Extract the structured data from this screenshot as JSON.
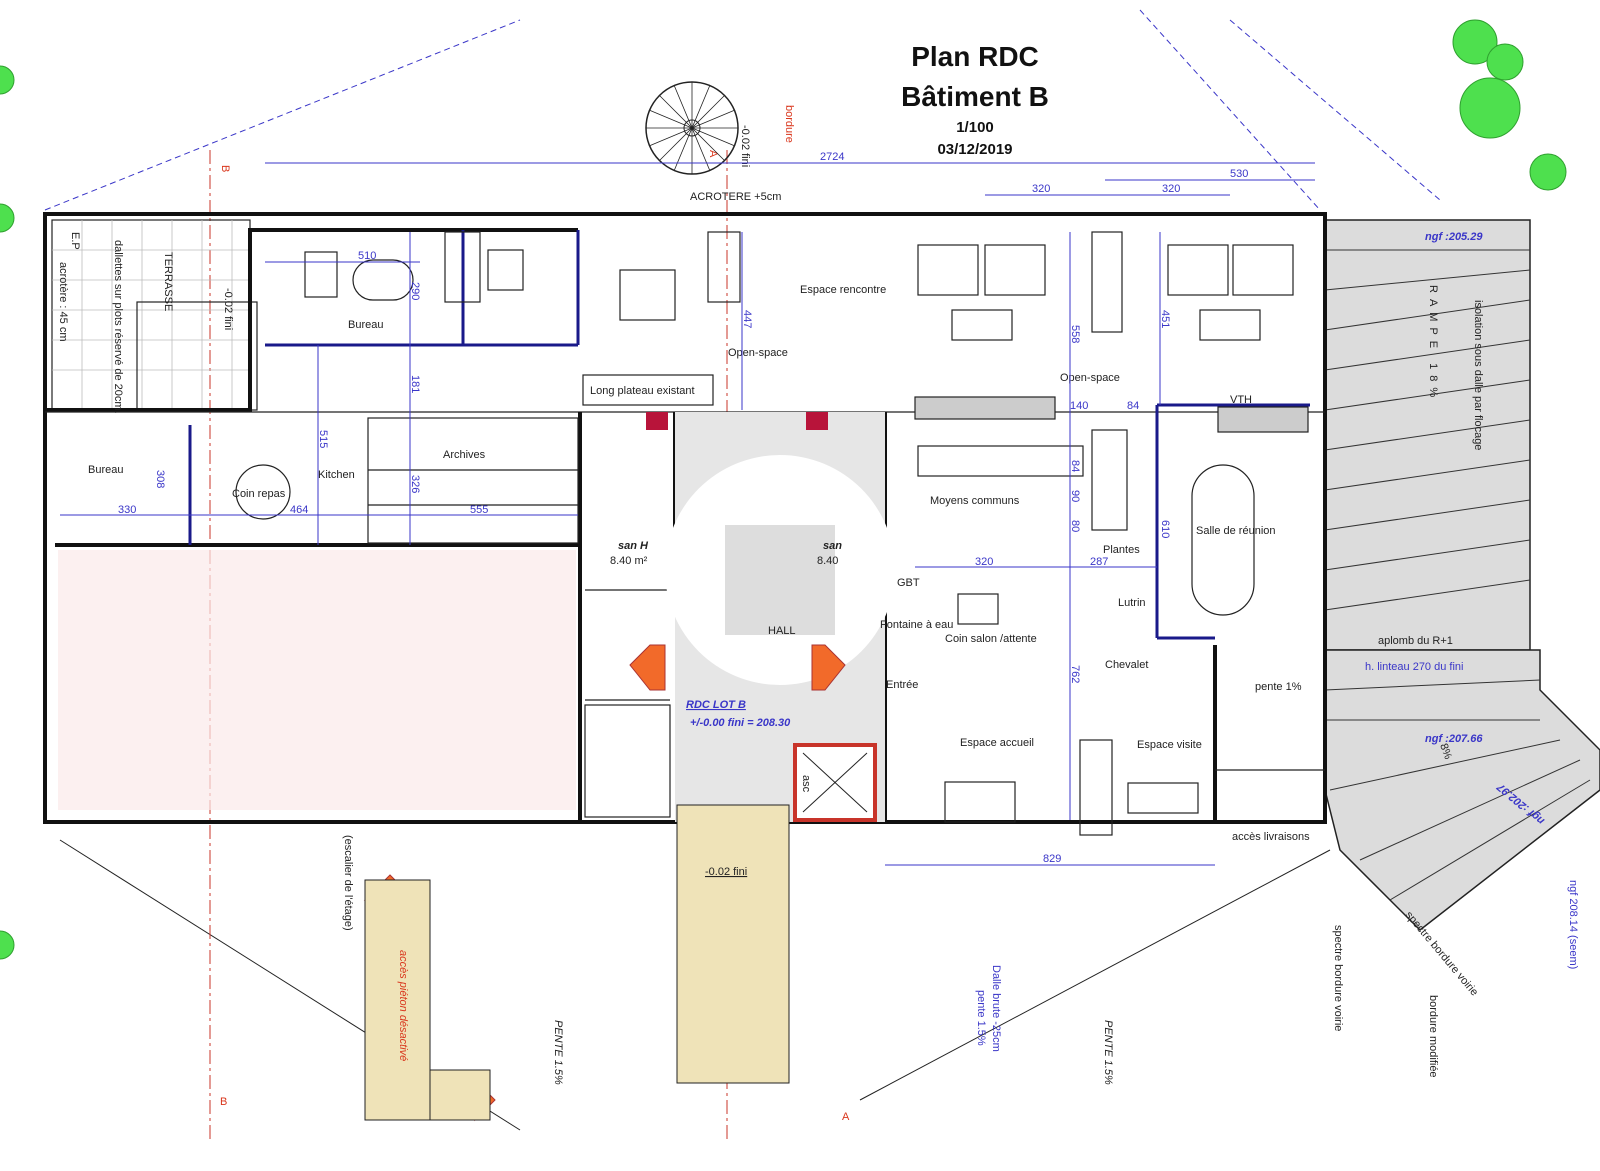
{
  "title_block": {
    "title": "Plan RDC",
    "subtitle": "Bâtiment B",
    "scale": "1/100",
    "date": "03/12/2019"
  },
  "axes": {
    "a_top": "A",
    "a_bottom": "A",
    "b_top": "B",
    "b_bottom": "B"
  },
  "rooms": {
    "terrasse": "TERRASSE",
    "terrasse_note": "dallettes sur plots réservé de 20cm.",
    "terrasse_level": "-0.02 fini",
    "acrotere_terrasse": "acrotère : 45 cm",
    "ep": "E.P",
    "bureau_top": "Bureau",
    "bureau_left": "Bureau",
    "coin_repas": "Coin repas",
    "kitchen": "Kitchen",
    "archives": "Archives",
    "long_plateau": "Long plateau existant",
    "open_space_1": "Open-space",
    "open_space_2": "Open-space",
    "espace_rencontre": "Espace rencontre",
    "moyens_communs": "Moyens communs",
    "plantes": "Plantes",
    "lutrin": "Lutrin",
    "salle_reunion": "Salle de réunion",
    "coin_salon": "Coin salon /attente",
    "fontaine": "Fontaine à eau",
    "gbt": "GBT",
    "entree": "Entrée",
    "chevalet": "Chevalet",
    "espace_accueil": "Espace accueil",
    "espace_visite": "Espace visite",
    "san_h": "san H",
    "san_h_area": "8.40 m²",
    "san_f": "san",
    "san_f_area": "8.40",
    "hall": "HALL",
    "asc": "asc",
    "rdc_lot": "RDC  LOT B",
    "rdc_level": "+/-0.00 fini = 208.30",
    "acces_livraisons": "accès livraisons",
    "pente_1": "pente 1%",
    "aplomb": "aplomb du R+1",
    "linteau": "h. linteau 270 du fini",
    "rampe": "RAMPE  18%",
    "rampe_8": "8%",
    "ngf_1": "ngf :205.29",
    "ngf_2": "ngf :207.66",
    "ngf_3": "ngf :202.97",
    "ngf_4": "ngf 208.14 (seem)",
    "acrotere": "ACROTERE +5cm",
    "bordure": "bordure",
    "fini_top": "-0.02 fini",
    "fini_bottom": "-0.02 fini",
    "dalle_brute": "Dalle brute -25cm",
    "pente_15": "pente 1.5%",
    "pente_a": "PENTE 1.5%",
    "pente_b": "PENTE 1.5%",
    "spectre_1": "spectre bordure voirie",
    "spectre_2": "spectre bordure voirie",
    "bordure_modifiee": "bordure modifiée",
    "acces_pmr": "accès piéton désactivé",
    "escalier": "(escalier de l'étage)",
    "vth": "VTH",
    "isolation": "isolation sous dalle par flocage"
  },
  "dimensions": {
    "d2724": "2724",
    "d530": "530",
    "d320a": "320",
    "d320b": "320",
    "d510": "510",
    "d290": "290",
    "d181": "181",
    "d447": "447",
    "d515": "515",
    "d308": "308",
    "d330": "330",
    "d464": "464",
    "d326": "326",
    "d555": "555",
    "d558": "558",
    "d451": "451",
    "d140": "140",
    "d84": "84",
    "d84b": "84",
    "d90": "90",
    "d80": "80",
    "d610": "610",
    "d287": "287",
    "d320c": "320",
    "d762": "762",
    "d829": "829"
  }
}
